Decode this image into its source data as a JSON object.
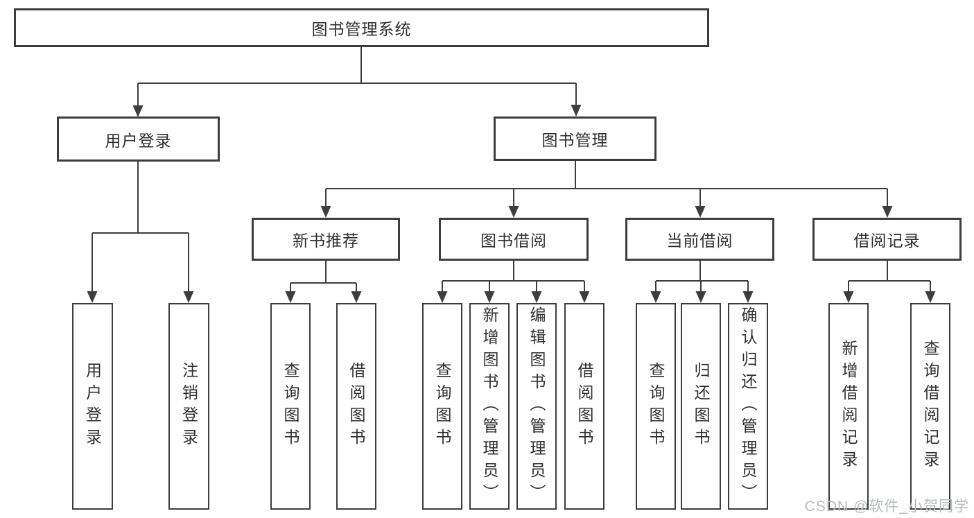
{
  "diagram": {
    "type": "hierarchy-tree",
    "watermark": "CSDN @软件_小贺同学",
    "colors": {
      "line": "#3d3d3d",
      "text": "#2f2f2f",
      "watermark": "#b5bac0",
      "background": "#ffffff"
    },
    "nodes": {
      "root": {
        "label": "图书管理系统"
      },
      "user_login": {
        "label": "用户登录",
        "parent": "图书管理系统"
      },
      "book_mgmt": {
        "label": "图书管理",
        "parent": "图书管理系统"
      },
      "new_books": {
        "label": "新书推荐",
        "parent": "图书管理"
      },
      "book_borrow": {
        "label": "图书借阅",
        "parent": "图书管理"
      },
      "current_borrow": {
        "label": "当前借阅",
        "parent": "图书管理"
      },
      "borrow_records": {
        "label": "借阅记录",
        "parent": "图书管理"
      }
    },
    "leaves": [
      {
        "label": "用户登录",
        "parent": "用户登录"
      },
      {
        "label": "注销登录",
        "parent": "用户登录"
      },
      {
        "label": "查询图书",
        "parent": "新书推荐"
      },
      {
        "label": "借阅图书",
        "parent": "新书推荐"
      },
      {
        "label": "查询图书",
        "parent": "图书借阅"
      },
      {
        "label": "新增图书（管理员）",
        "parent": "图书借阅"
      },
      {
        "label": "编辑图书（管理员）",
        "parent": "图书借阅"
      },
      {
        "label": "借阅图书",
        "parent": "图书借阅"
      },
      {
        "label": "查询图书",
        "parent": "当前借阅"
      },
      {
        "label": "归还图书",
        "parent": "当前借阅"
      },
      {
        "label": "确认归还（管理员）",
        "parent": "当前借阅"
      },
      {
        "label": "新增借阅记录",
        "parent": "借阅记录"
      },
      {
        "label": "查询借阅记录",
        "parent": "借阅记录"
      }
    ]
  }
}
